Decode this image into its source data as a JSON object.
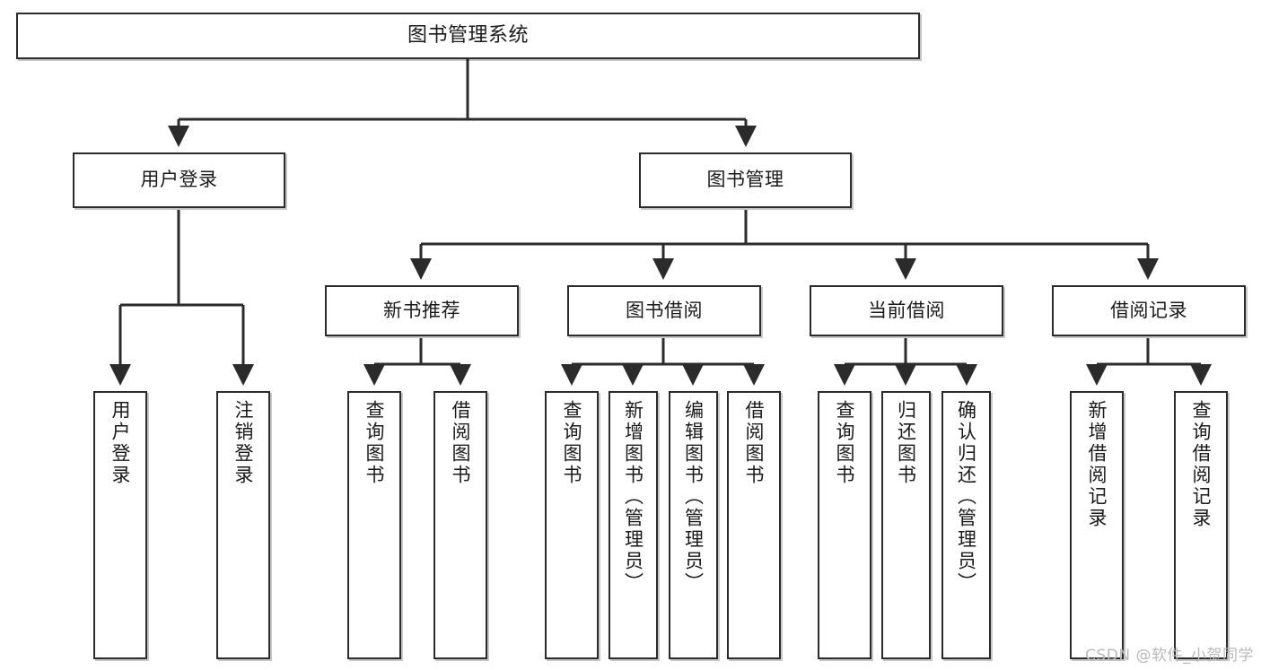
{
  "diagram": {
    "title": "图书管理系统",
    "type": "tree",
    "watermark": "CSDN @软件_小贺同学",
    "colors": {
      "node_border": "#2b2b2b",
      "node_fill": "#ffffff",
      "edge": "#2b2b2b",
      "text": "#1a1a1a",
      "watermark": "#b9b9b9",
      "background": "#ffffff"
    }
  },
  "nodes": {
    "root": {
      "label": "图书管理系统"
    },
    "level2": [
      {
        "id": "user-login",
        "label": "用户登录"
      },
      {
        "id": "book-manage",
        "label": "图书管理"
      }
    ],
    "level3": [
      {
        "id": "new-book-recommend",
        "label": "新书推荐"
      },
      {
        "id": "book-borrow",
        "label": "图书借阅"
      },
      {
        "id": "current-borrow",
        "label": "当前借阅"
      },
      {
        "id": "borrow-record",
        "label": "借阅记录"
      }
    ],
    "leaves": {
      "user-login": [
        {
          "id": "leaf-user-login",
          "label": "用户登录"
        },
        {
          "id": "leaf-logout",
          "label": "注销登录"
        }
      ],
      "new-book-recommend": [
        {
          "id": "leaf-query-book-1",
          "label": "查询图书"
        },
        {
          "id": "leaf-borrow-book-1",
          "label": "借阅图书"
        }
      ],
      "book-borrow": [
        {
          "id": "leaf-query-book-2",
          "label": "查询图书"
        },
        {
          "id": "leaf-add-book",
          "label": "新增图书（管理员）"
        },
        {
          "id": "leaf-edit-book",
          "label": "编辑图书（管理员）"
        },
        {
          "id": "leaf-borrow-book-2",
          "label": "借阅图书"
        }
      ],
      "current-borrow": [
        {
          "id": "leaf-query-book-3",
          "label": "查询图书"
        },
        {
          "id": "leaf-return-book",
          "label": "归还图书"
        },
        {
          "id": "leaf-confirm-return",
          "label": "确认归还（管理员）"
        }
      ],
      "borrow-record": [
        {
          "id": "leaf-add-record",
          "label": "新增借阅记录"
        },
        {
          "id": "leaf-query-record",
          "label": "查询借阅记录"
        }
      ]
    }
  },
  "chart_data": {
    "type": "tree",
    "title": "图书管理系统",
    "root": "图书管理系统",
    "edges": [
      [
        "图书管理系统",
        "用户登录"
      ],
      [
        "图书管理系统",
        "图书管理"
      ],
      [
        "用户登录",
        "用户登录"
      ],
      [
        "用户登录",
        "注销登录"
      ],
      [
        "图书管理",
        "新书推荐"
      ],
      [
        "图书管理",
        "图书借阅"
      ],
      [
        "图书管理",
        "当前借阅"
      ],
      [
        "图书管理",
        "借阅记录"
      ],
      [
        "新书推荐",
        "查询图书"
      ],
      [
        "新书推荐",
        "借阅图书"
      ],
      [
        "图书借阅",
        "查询图书"
      ],
      [
        "图书借阅",
        "新增图书（管理员）"
      ],
      [
        "图书借阅",
        "编辑图书（管理员）"
      ],
      [
        "图书借阅",
        "借阅图书"
      ],
      [
        "当前借阅",
        "查询图书"
      ],
      [
        "当前借阅",
        "归还图书"
      ],
      [
        "当前借阅",
        "确认归还（管理员）"
      ],
      [
        "借阅记录",
        "新增借阅记录"
      ],
      [
        "借阅记录",
        "查询借阅记录"
      ]
    ]
  }
}
